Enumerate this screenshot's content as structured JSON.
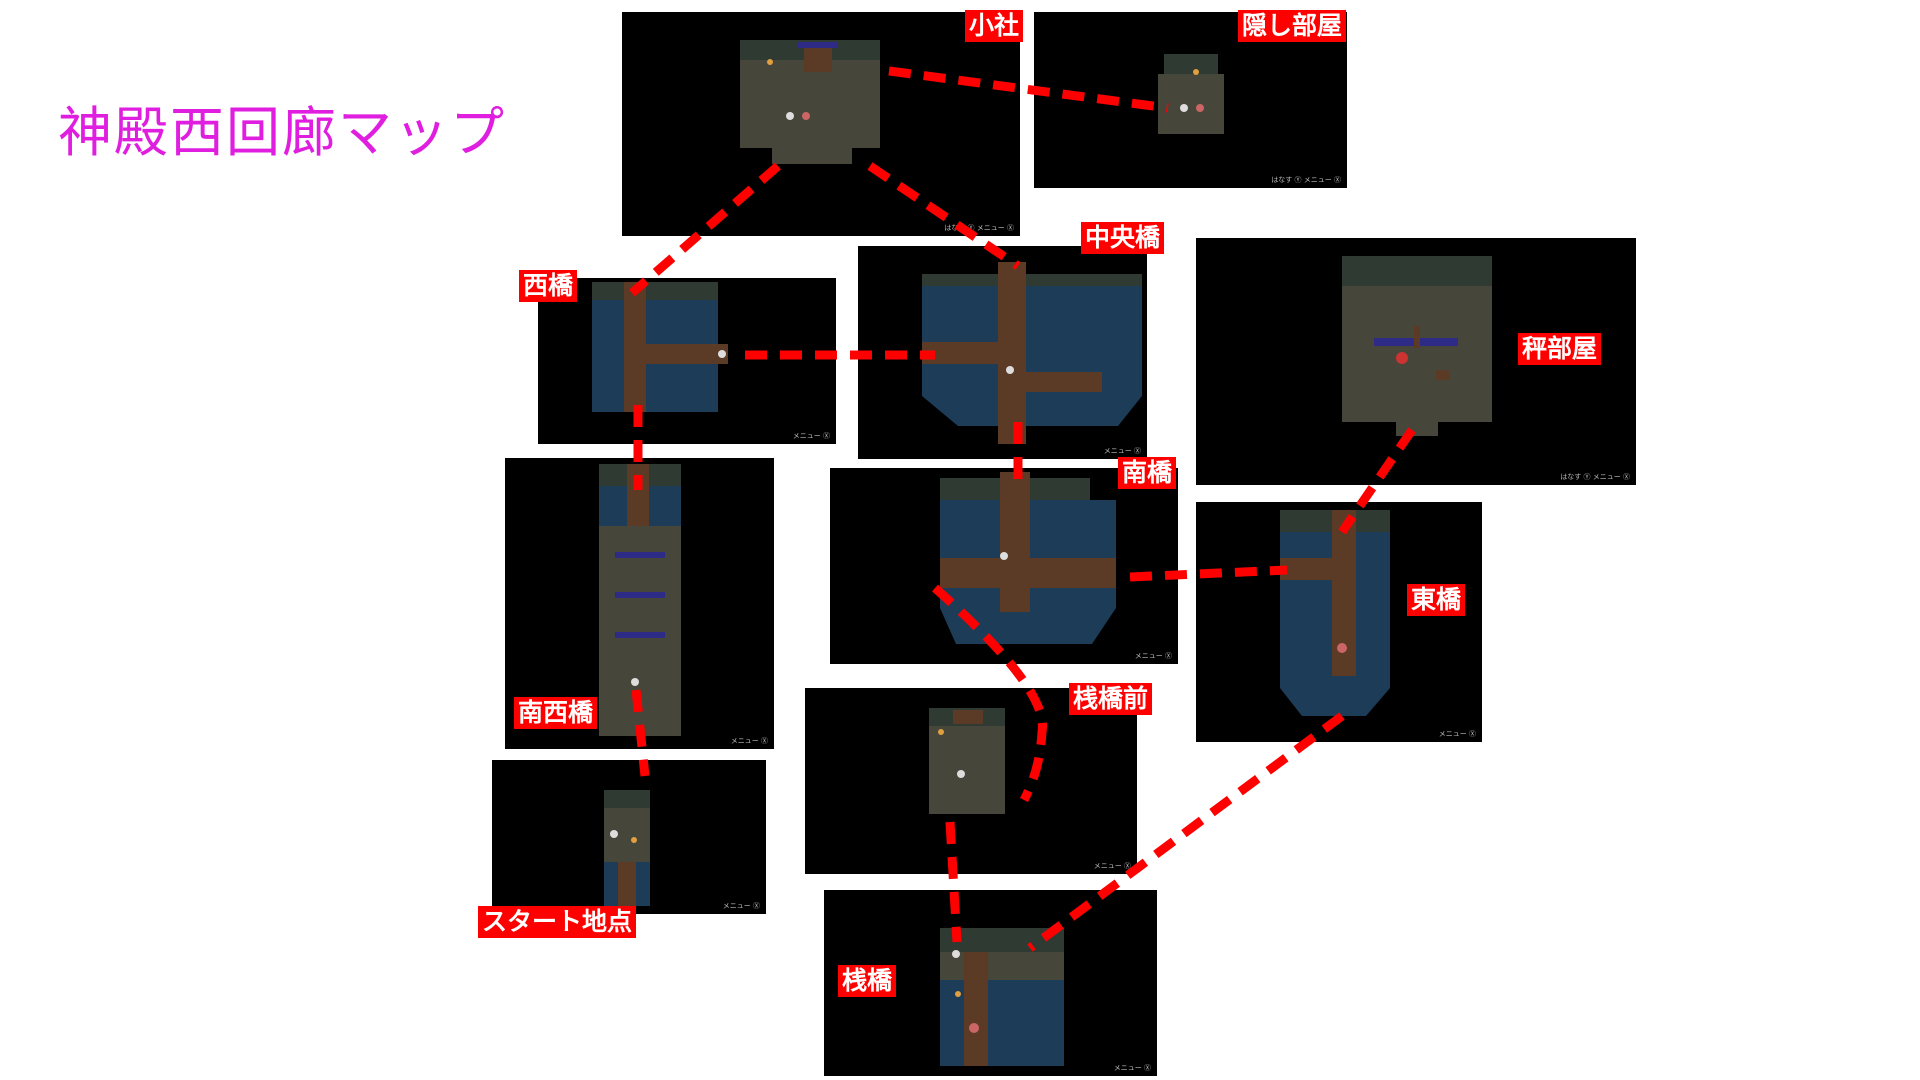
{
  "title": "神殿西回廊マップ",
  "colors": {
    "title": "#e01ee0",
    "label_bg": "#ff0000",
    "label_text": "#ffffff",
    "path_dash": "#ff0000",
    "screen_bg": "#000000",
    "floor": "#47463a",
    "wall": "#2f3a33",
    "water": "#1d3c58",
    "bridge": "#5b3b26",
    "torii": "#2d2b86"
  },
  "areas": {
    "small_shrine": "小社",
    "hidden_room": "隠し部屋",
    "central_bridge": "中央橋",
    "west_bridge": "西橋",
    "scale_room": "秤部屋",
    "south_bridge": "南橋",
    "east_bridge": "東橋",
    "southwest_bridge": "南西橋",
    "pier_front": "桟橋前",
    "start_point": "スタート地点",
    "pier": "桟橋"
  },
  "hud": {
    "talk_menu": "はなす Ⓨ  メニュー Ⓧ",
    "menu": "メニュー Ⓧ"
  }
}
